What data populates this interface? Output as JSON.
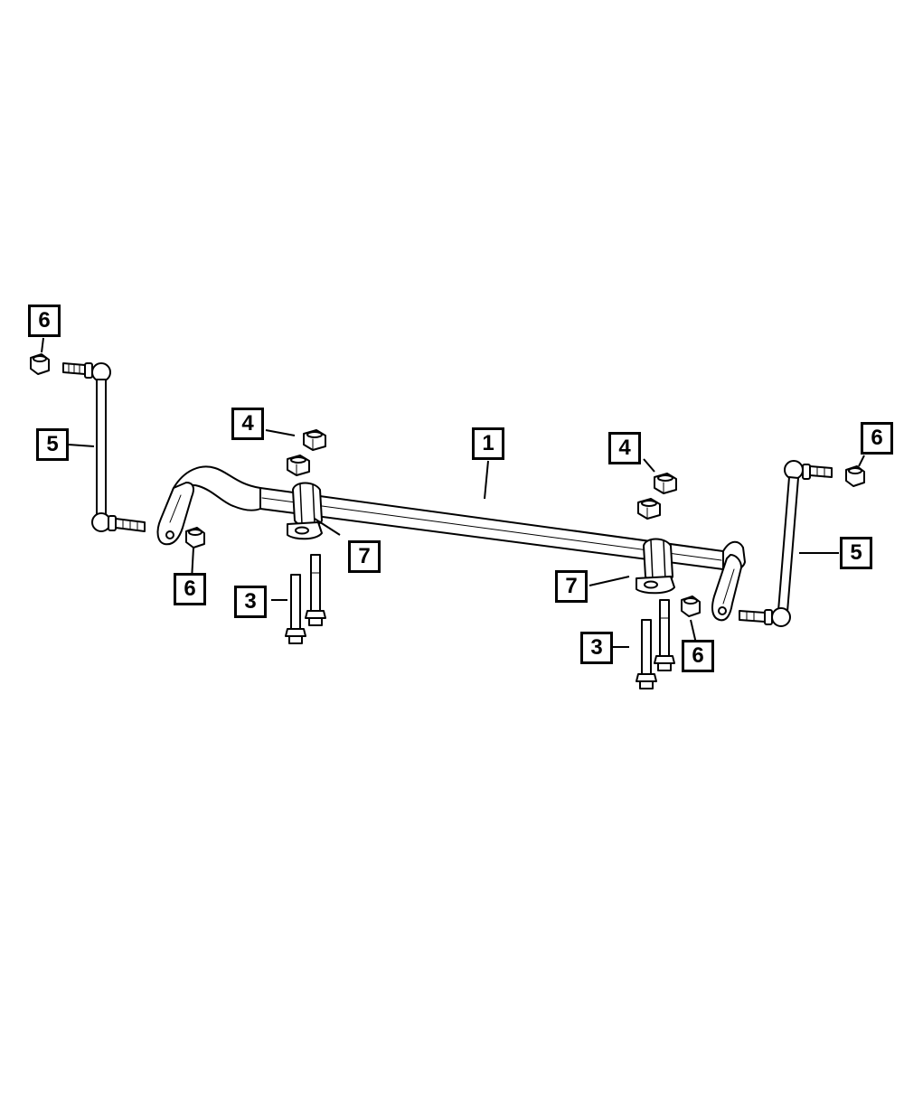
{
  "diagram": {
    "callouts": [
      {
        "id": "c-1",
        "label": "1",
        "part": "stabilizer-bar"
      },
      {
        "id": "c-3l",
        "label": "3",
        "part": "bolt"
      },
      {
        "id": "c-3r",
        "label": "3",
        "part": "bolt"
      },
      {
        "id": "c-4l",
        "label": "4",
        "part": "nut"
      },
      {
        "id": "c-4r",
        "label": "4",
        "part": "nut"
      },
      {
        "id": "c-5l",
        "label": "5",
        "part": "link"
      },
      {
        "id": "c-5r",
        "label": "5",
        "part": "link"
      },
      {
        "id": "c-6tl",
        "label": "6",
        "part": "nut"
      },
      {
        "id": "c-6ml",
        "label": "6",
        "part": "nut"
      },
      {
        "id": "c-6tr",
        "label": "6",
        "part": "nut"
      },
      {
        "id": "c-6mr",
        "label": "6",
        "part": "nut"
      },
      {
        "id": "c-7l",
        "label": "7",
        "part": "bushing-bracket"
      },
      {
        "id": "c-7r",
        "label": "7",
        "part": "bushing-bracket"
      }
    ],
    "colors": {
      "line": "#000000",
      "fill": "#ffffff"
    }
  }
}
